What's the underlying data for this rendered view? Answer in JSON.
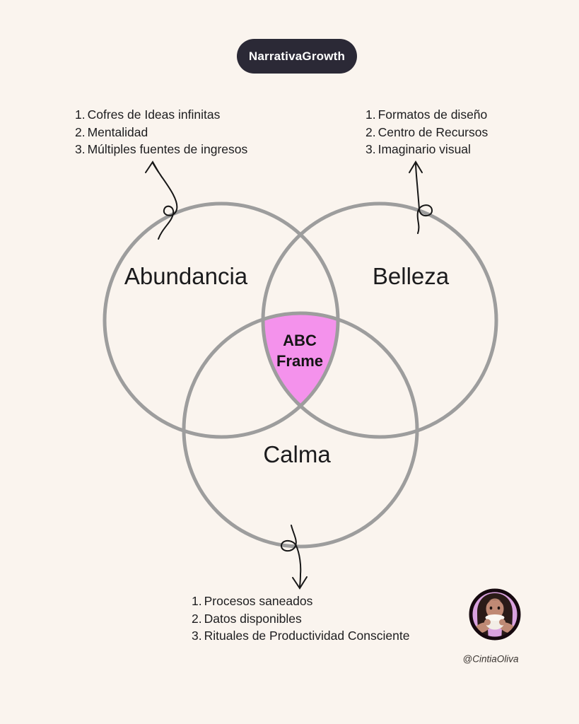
{
  "page": {
    "background": "#FAF4EE"
  },
  "badge": {
    "label": "NarrativaGrowth",
    "bg_color": "#2B2936",
    "text_color": "#FFFFFF"
  },
  "diagram": {
    "type": "venn-3-circles",
    "stroke_color": "#9D9D9D",
    "center_fill": "#F492EC",
    "circles": [
      {
        "id": "abundancia",
        "label": "Abundancia"
      },
      {
        "id": "belleza",
        "label": "Belleza"
      },
      {
        "id": "calma",
        "label": "Calma"
      }
    ],
    "center_label": {
      "line1": "ABC",
      "line2": "Frame"
    }
  },
  "annotations": {
    "abundancia": {
      "items": [
        {
          "num": "1.",
          "text": "Cofres de Ideas infinitas"
        },
        {
          "num": "2.",
          "text": "Mentalidad"
        },
        {
          "num": "3.",
          "text": "Múltiples fuentes de ingresos"
        }
      ]
    },
    "belleza": {
      "items": [
        {
          "num": "1.",
          "text": "Formatos de diseño"
        },
        {
          "num": "2.",
          "text": "Centro de Recursos"
        },
        {
          "num": "3.",
          "text": "Imaginario visual"
        }
      ]
    },
    "calma": {
      "items": [
        {
          "num": "1.",
          "text": "Procesos saneados"
        },
        {
          "num": "2.",
          "text": "Datos disponibles"
        },
        {
          "num": "3.",
          "text": "Rituales de Productividad Consciente"
        }
      ]
    }
  },
  "footer": {
    "handle": "@CintiaOliva",
    "avatar": "woman-drinking-from-cup-photo"
  }
}
